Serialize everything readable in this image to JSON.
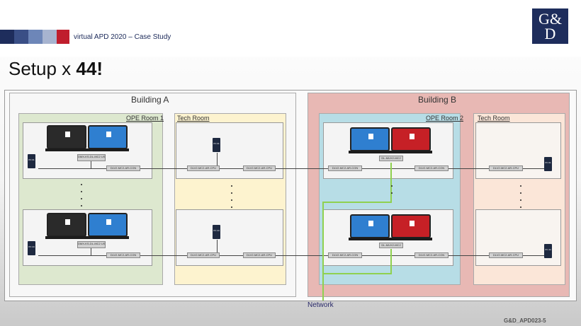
{
  "header": {
    "title": "virtual APD 2020 – Case Study",
    "logo_top": "G&",
    "logo_bottom": "D",
    "strip_colors": [
      "#1e2d5c",
      "#3a4f86",
      "#6d86b8",
      "#a7b4d0",
      "#c01e2d"
    ]
  },
  "slide": {
    "title_prefix": "Setup x ",
    "title_bold": "44!"
  },
  "buildings": {
    "a": {
      "name": "Building A",
      "ope_room": "OPE Room 1",
      "tech_room": "Tech Room"
    },
    "b": {
      "name": "Building B",
      "ope_room": "OPE Room 2",
      "tech_room": "Tech Room"
    }
  },
  "devices": {
    "pc1": "PC 01",
    "pc44": "PC 44",
    "dmx1": "DMX-KS-DL-MC2 USB",
    "dmx44": "DMX-KS-DL-MC2 USB",
    "a_con1": "DLV2-MC2-AR-CON",
    "a_con44": "DLV2-MC2-AR-CON",
    "t_cpu1": "DLV2-MC2-AR-CPU",
    "t_cpu44": "DLV2-MC2-AR-CPU",
    "t_cpu1b": "DLV2-MC2-AR-CPU",
    "t_cpu44b": "DLV2-MC2-AR-CPU",
    "t_pc1": "PC 01",
    "t_pc44": "PC 44",
    "b_con1": "DLV2-MC2-AR-CON",
    "b_con44": "DLV2-MC2-AR-CON",
    "b_mux1": "DL-MUX2-MC2",
    "b_mux44": "DL-MUX2-MC2",
    "b_con1b": "DLV2-MC2-AR-CON",
    "b_con44b": "DLV2-MC2-AR-CON",
    "bt_cpu1": "DLV2-MC2-AR-CPU",
    "bt_cpu44": "DLV2-MC2-AR-CPU",
    "b_pc1": "PC 01",
    "b_pc44": "PC 44"
  },
  "network_label": "Network",
  "footer": "G&D_APD023-5",
  "colors": {
    "building_a_bg": "#f7f7f7",
    "building_b_bg": "#e8b8b4",
    "ope_a_bg": "#dde8cf",
    "tech_a_bg": "#fdf3cf",
    "ope_b_bg": "#b7dde6",
    "tech_b_bg": "#fbe6d8",
    "network_line": "#8fd14f"
  }
}
